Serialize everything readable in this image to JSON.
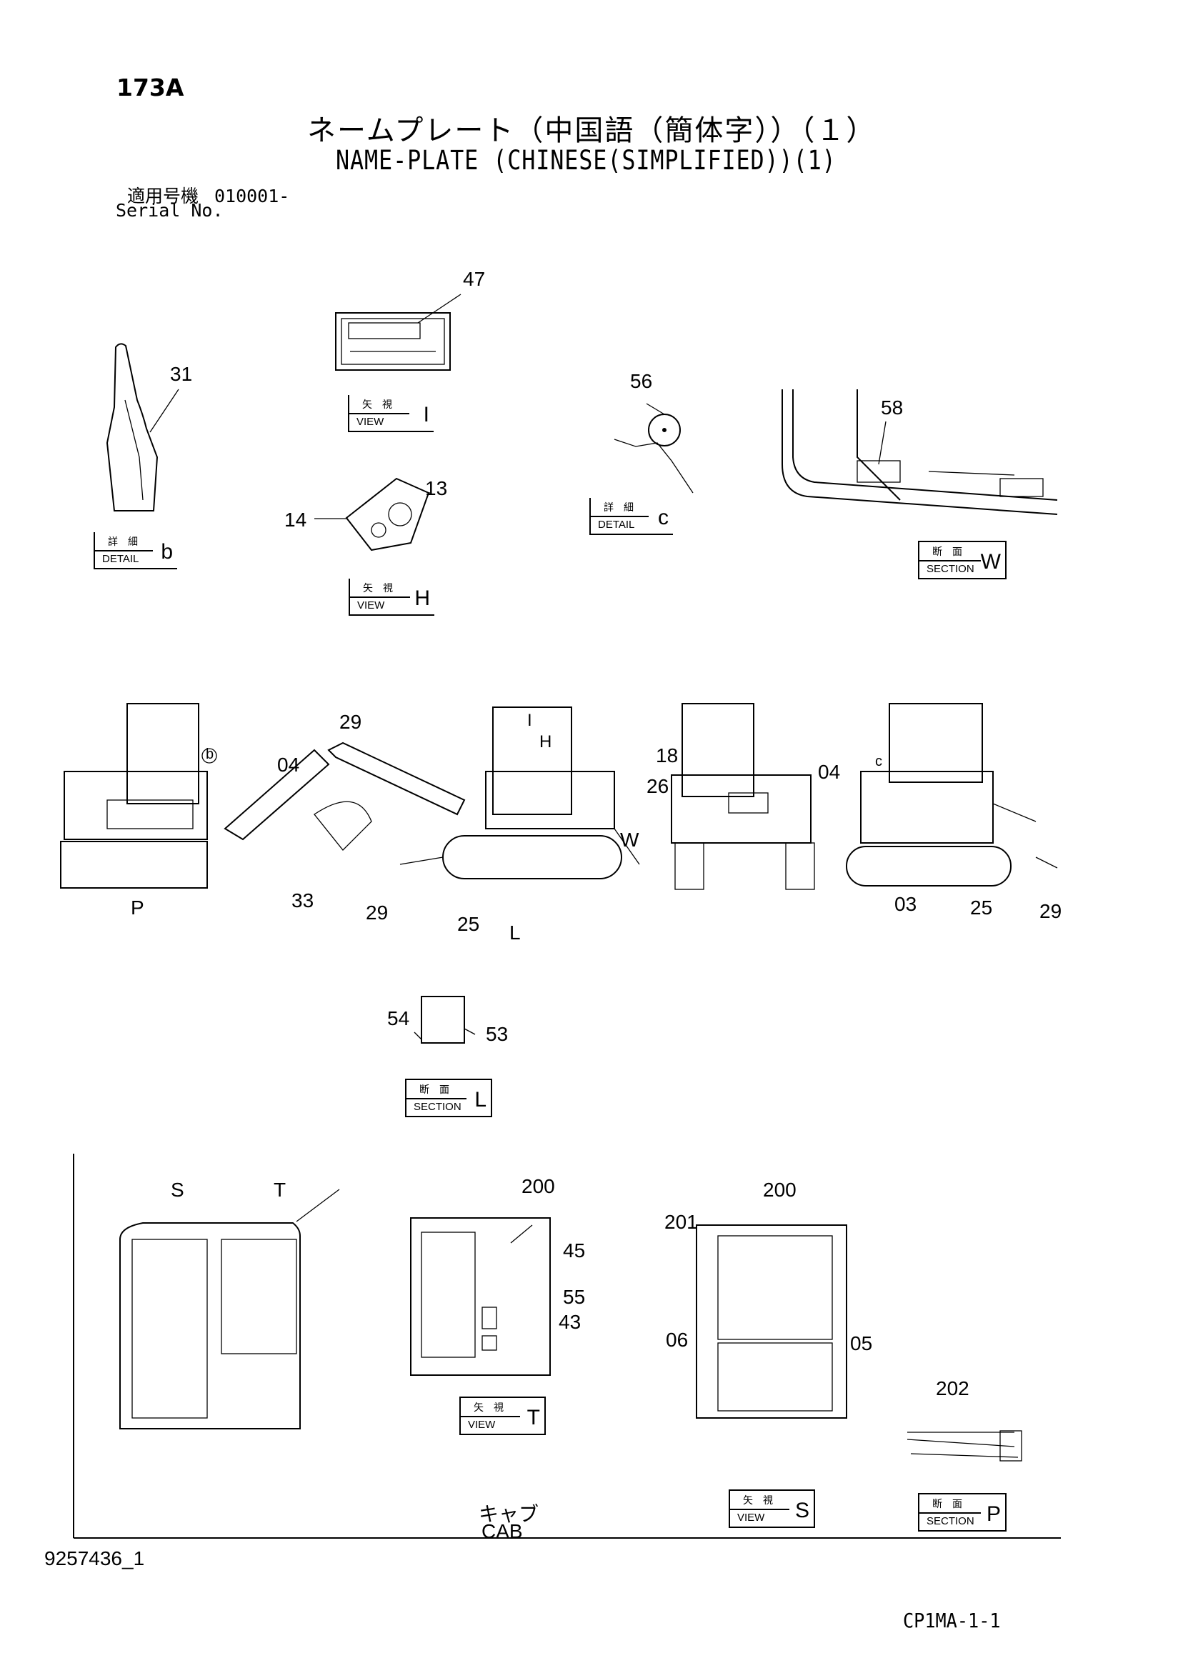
{
  "header": {
    "page_code": "173A",
    "title_jp": "ネームプレート（中国語（簡体字））（１）",
    "title_en": "NAME-PLATE (CHINESE(SIMPLIFIED))(1)",
    "serial_label_jp": "適用号機",
    "serial_value": "010001-",
    "serial_label_en": "Serial No."
  },
  "views": [
    {
      "key": "view-i",
      "jp": "矢視",
      "en": "VIEW",
      "letter": "I"
    },
    {
      "key": "view-h",
      "jp": "矢視",
      "en": "VIEW",
      "letter": "H"
    },
    {
      "key": "detail-b",
      "jp": "詳細",
      "en": "DETAIL",
      "letter": "b"
    },
    {
      "key": "detail-c",
      "jp": "詳細",
      "en": "DETAIL",
      "letter": "c"
    },
    {
      "key": "section-w",
      "jp": "断面",
      "en": "SECTION",
      "letter": "W"
    },
    {
      "key": "section-l",
      "jp": "断面",
      "en": "SECTION",
      "letter": "L"
    },
    {
      "key": "view-t",
      "jp": "矢視",
      "en": "VIEW",
      "letter": "T"
    },
    {
      "key": "view-s",
      "jp": "矢視",
      "en": "VIEW",
      "letter": "S"
    },
    {
      "key": "section-p",
      "jp": "断面",
      "en": "SECTION",
      "letter": "P"
    }
  ],
  "view_arrows": [
    "P",
    "L",
    "W",
    "S",
    "T",
    "I",
    "H",
    "b",
    "c"
  ],
  "callouts": [
    "47",
    "31",
    "56",
    "58",
    "13",
    "14",
    "29",
    "04",
    "18",
    "26",
    "04",
    "33",
    "29",
    "25",
    "03",
    "25",
    "29",
    "54",
    "53",
    "200",
    "45",
    "55",
    "43",
    "200",
    "201",
    "06",
    "05",
    "202"
  ],
  "cab": {
    "jp": "キャブ",
    "en": "CAB"
  },
  "footer": {
    "drawing_no": "9257436_1",
    "sheet_code": "CP1MA-1-1"
  }
}
